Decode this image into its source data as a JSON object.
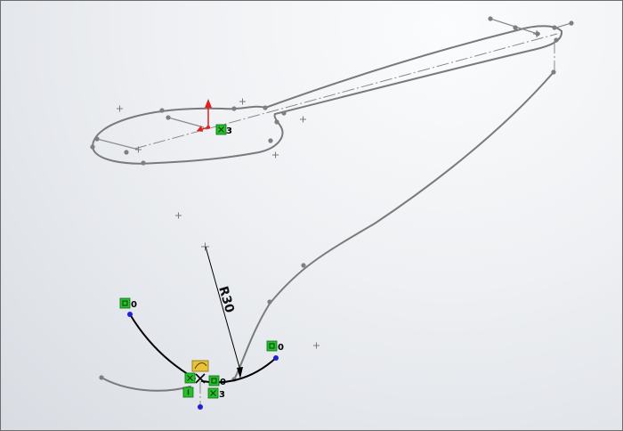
{
  "sketch": {
    "dimension_label": "R30",
    "relations": {
      "left_end_count": "0",
      "right_end_count": "0",
      "origin_count": "3",
      "center_count": "0",
      "bottom_count": "3"
    }
  },
  "colors": {
    "geometry": "#7a7a7a",
    "active": "#000000",
    "relation": "#27c02d",
    "endpoint": "#1f1fd6",
    "origin": "#e02020"
  }
}
